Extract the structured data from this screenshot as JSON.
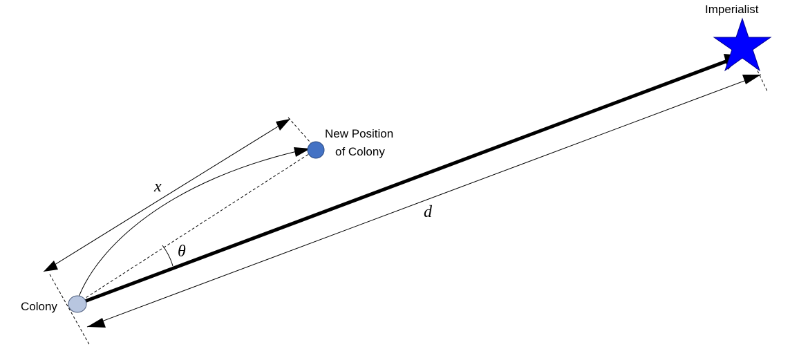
{
  "labels": {
    "imperialist": "Imperialist",
    "new_position_line1": "New Position",
    "new_position_line2": "of Colony",
    "colony": "Colony",
    "x": "x",
    "d": "d",
    "theta": "θ"
  },
  "colors": {
    "imperialist_star": "#0000ff",
    "colony_fill": "#b8c6e0",
    "new_colony_fill": "#4472c4",
    "line": "#000000"
  }
}
